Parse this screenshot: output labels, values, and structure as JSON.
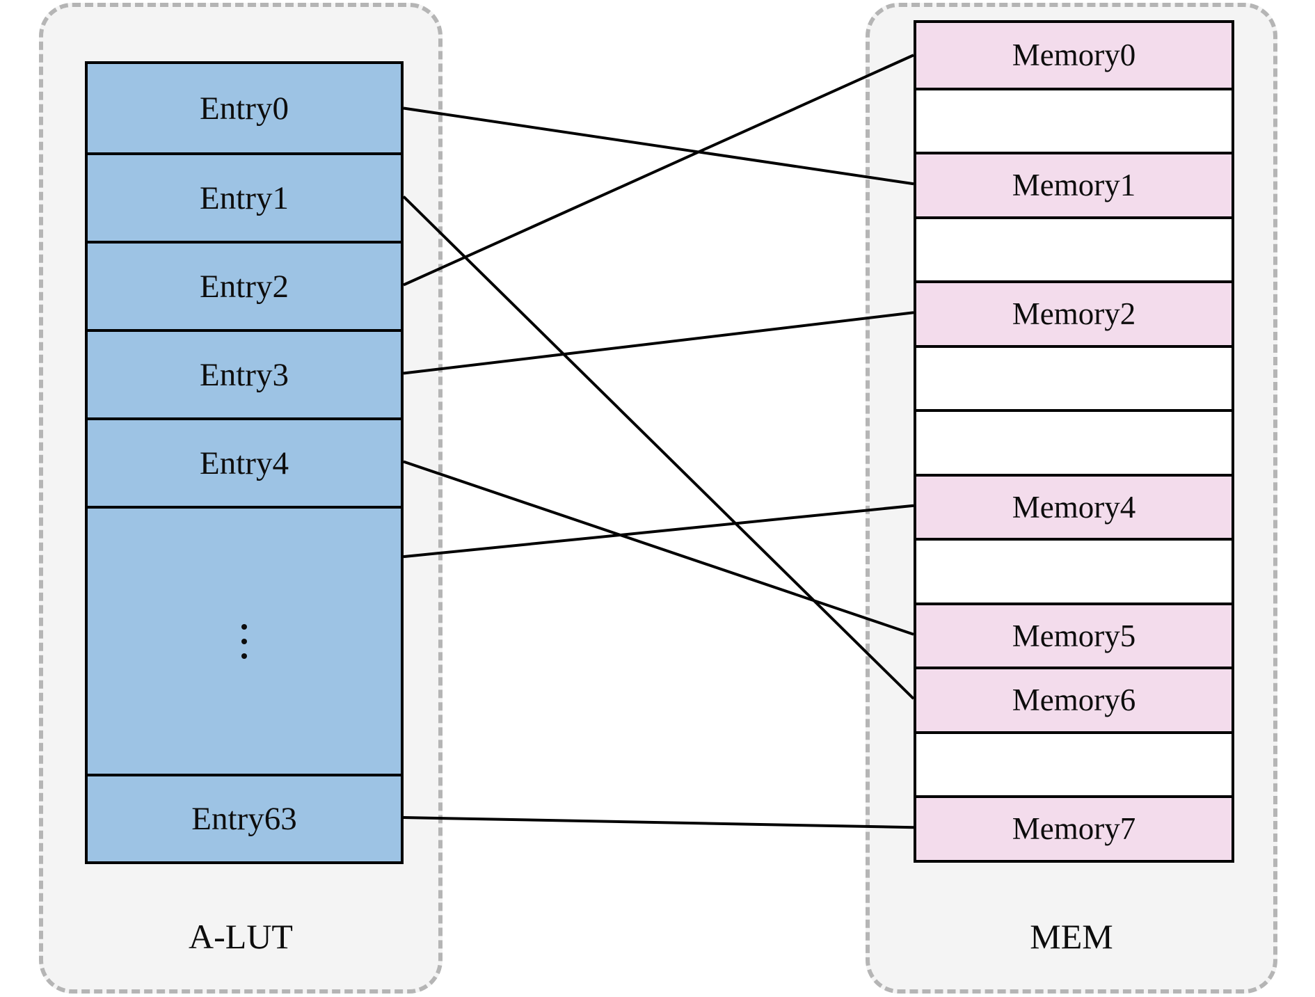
{
  "alut": {
    "label": "A-LUT",
    "entries": [
      {
        "kind": "entry",
        "label": "Entry0"
      },
      {
        "kind": "entry",
        "label": "Entry1"
      },
      {
        "kind": "entry",
        "label": "Entry2"
      },
      {
        "kind": "entry",
        "label": "Entry3"
      },
      {
        "kind": "entry",
        "label": "Entry4"
      },
      {
        "kind": "ellipsis",
        "label": "⋮"
      },
      {
        "kind": "entry",
        "label": "Entry63"
      }
    ]
  },
  "mem": {
    "label": "MEM",
    "cells": [
      {
        "label": "Memory0",
        "filled": true
      },
      {
        "label": "",
        "filled": false
      },
      {
        "label": "Memory1",
        "filled": true
      },
      {
        "label": "",
        "filled": false
      },
      {
        "label": "Memory2",
        "filled": true
      },
      {
        "label": "",
        "filled": false
      },
      {
        "label": "",
        "filled": false
      },
      {
        "label": "Memory4",
        "filled": true
      },
      {
        "label": "",
        "filled": false
      },
      {
        "label": "Memory5",
        "filled": true
      },
      {
        "label": "Memory6",
        "filled": true
      },
      {
        "label": "",
        "filled": false
      },
      {
        "label": "Memory7",
        "filled": true
      }
    ]
  },
  "connections": [
    {
      "from": "Entry0",
      "to": "Memory1"
    },
    {
      "from": "Entry1",
      "to": "Memory6"
    },
    {
      "from": "Entry2",
      "to": "Memory0"
    },
    {
      "from": "Entry3",
      "to": "Memory2"
    },
    {
      "from": "Entry4",
      "to": "Memory5"
    },
    {
      "from": "ellipsis",
      "to": "Memory4",
      "from_anchor": 0.19
    },
    {
      "from": "Entry63",
      "to": "Memory7"
    }
  ],
  "colors": {
    "entry_fill": "#9dc3e4",
    "memory_fill": "#f3dcec",
    "panel_fill": "#f4f4f4",
    "panel_border": "#b5b5b5",
    "line": "#000000"
  }
}
